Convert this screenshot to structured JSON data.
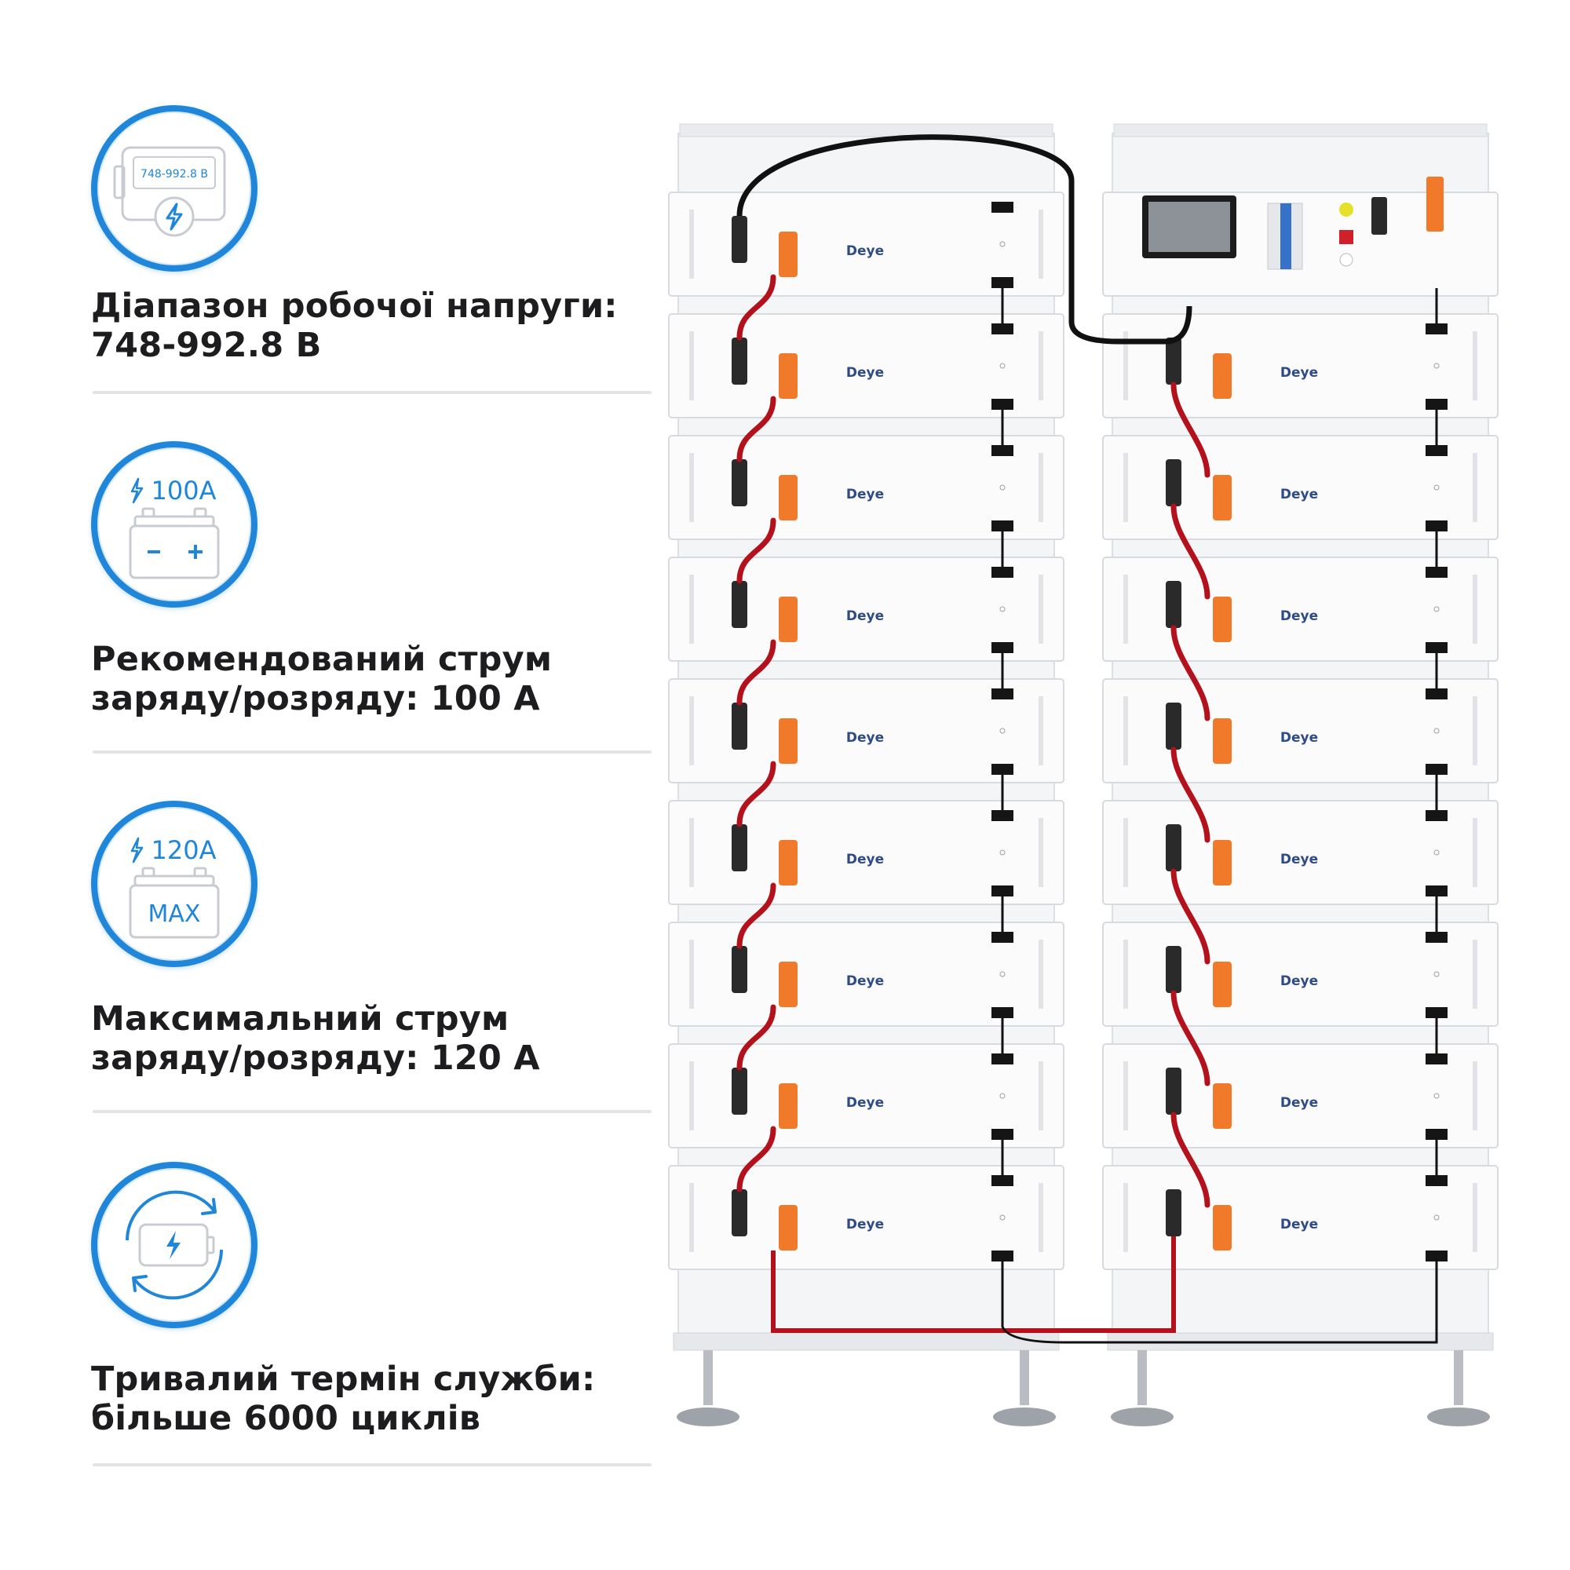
{
  "features": [
    {
      "icon": "voltage-battery-icon",
      "icon_text": "748-992.8 B",
      "line1": "Діапазон робочої напруги:",
      "line2": "748-992.8 В"
    },
    {
      "icon": "battery-100a-icon",
      "icon_text": "100A",
      "line1": "Рекомендований струм",
      "line2": "заряду/розряду: 100 А"
    },
    {
      "icon": "battery-max-icon",
      "icon_text": "120A",
      "icon_subtext": "MAX",
      "line1": "Максимальний струм",
      "line2": "заряду/розряду: 120 А"
    },
    {
      "icon": "battery-cycle-icon",
      "line1": "Тривалий термін служби:",
      "line2": "більше 6000 циклів"
    }
  ],
  "rack": {
    "brand": "Deye",
    "columns": 2,
    "modules_per_column": [
      9,
      8
    ],
    "colors": {
      "accent": "#1f86d9",
      "positive_cable": "#b3121c",
      "connector_positive": "#f07a2a",
      "connector_negative": "#2a2a2a"
    }
  }
}
